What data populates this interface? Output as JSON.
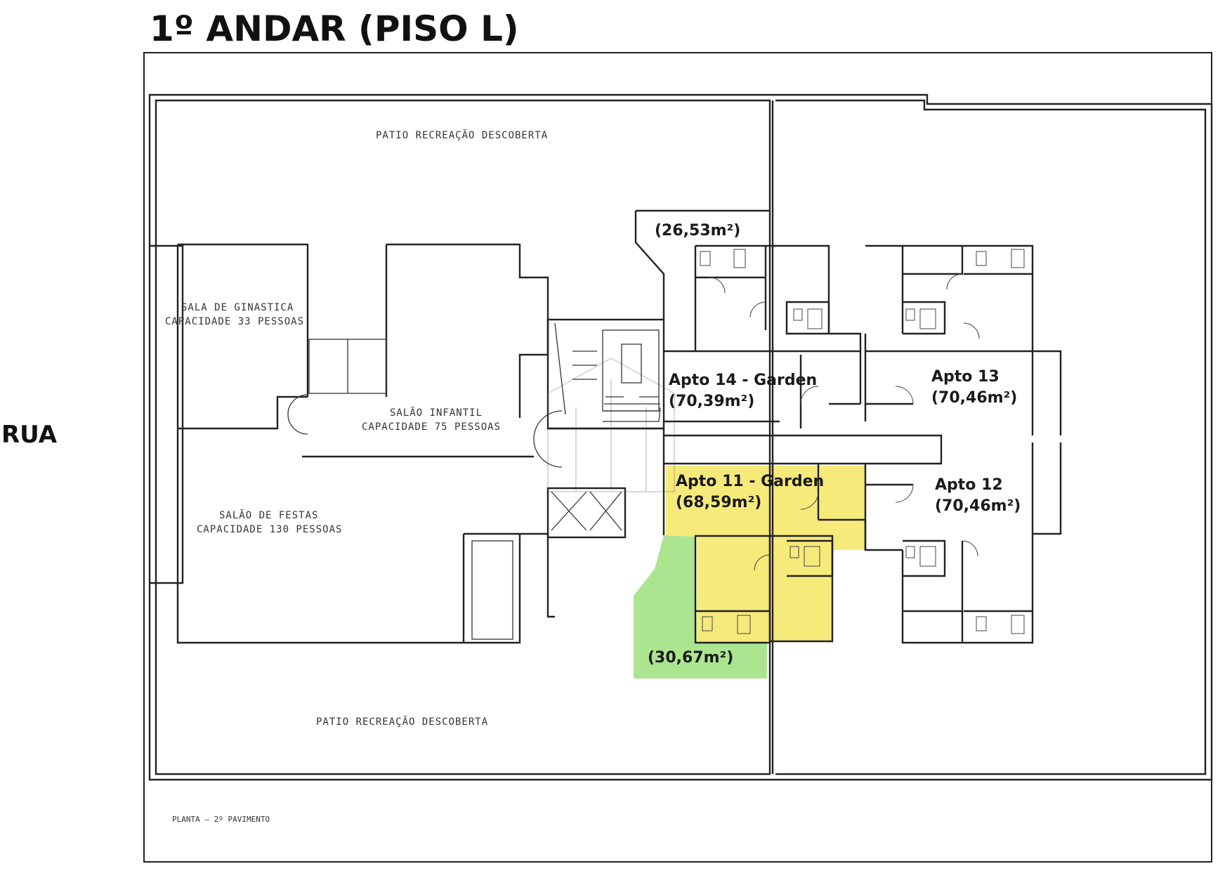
{
  "header": {
    "title": "1º ANDAR (PISO L)"
  },
  "street_label": "RUA",
  "areas": {
    "patio_top": "PATIO RECREAÇÃO DESCOBERTA",
    "patio_bottom": "PATIO RECREAÇÃO DESCOBERTA",
    "gym": {
      "name": "SALA DE GINASTICA",
      "capacity": "CAPACIDADE 33 PESSOAS"
    },
    "kids": {
      "name": "SALÃO INFANTIL",
      "capacity": "CAPACIDADE 75 PESSOAS"
    },
    "party": {
      "name": "SALÃO DE FESTAS",
      "capacity": "CAPACIDADE 130 PESSOAS"
    }
  },
  "units": [
    {
      "name": "Apto 14 - Garden",
      "area": "(70,39m²)"
    },
    {
      "name": "Apto 13",
      "area": "(70,46m²)"
    },
    {
      "name": "Apto 11 - Garden",
      "area": "(68,59m²)"
    },
    {
      "name": "Apto 12",
      "area": "(70,46m²)"
    }
  ],
  "garden_areas": {
    "apto14_garden": "(26,53m²)",
    "apto11_garden": "(30,67m²)"
  },
  "footer": {
    "caption": "PLANTA — 2º PAVIMENTO"
  },
  "colors": {
    "apto11_highlight": "#f5e664",
    "garden_highlight": "#9ee07c",
    "wall": "#222222"
  }
}
